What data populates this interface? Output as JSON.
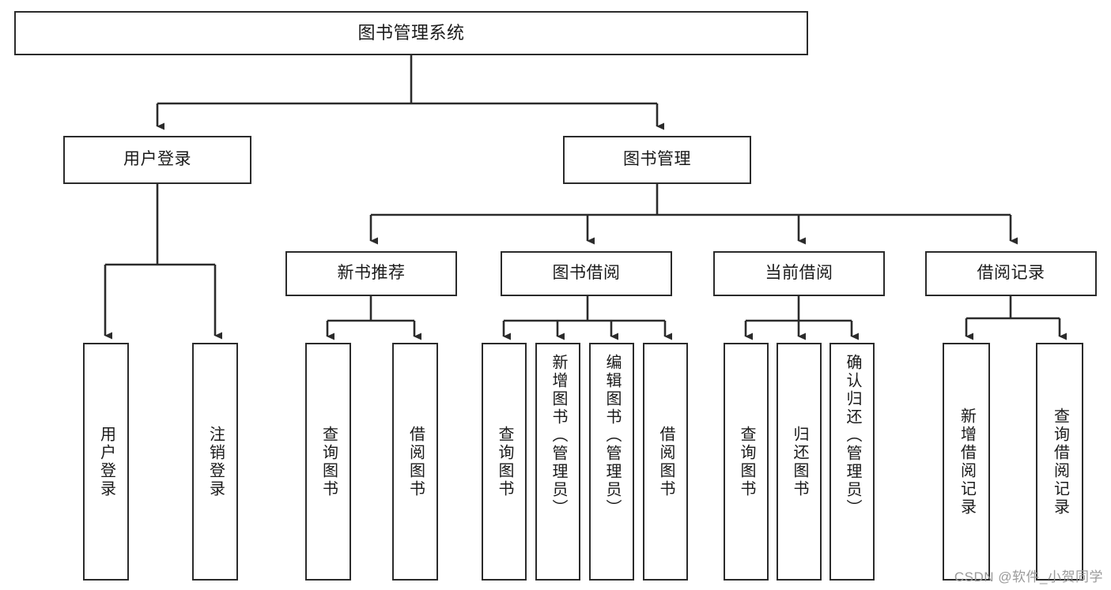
{
  "diagram": {
    "type": "tree-structure-chart",
    "title": "图书管理系统",
    "watermark": "CSDN @软件_小贺同学",
    "colors": {
      "stroke": "#2b2b2b",
      "background": "#ffffff",
      "text": "#1a1a1a",
      "watermark": "#9a9a9a"
    },
    "nodes": {
      "root": {
        "label": "图书管理系统"
      },
      "level2": [
        {
          "label": "用户登录"
        },
        {
          "label": "图书管理"
        }
      ],
      "level3": [
        {
          "label": "新书推荐"
        },
        {
          "label": "图书借阅"
        },
        {
          "label": "当前借阅"
        },
        {
          "label": "借阅记录"
        }
      ],
      "leaves_user_login": [
        {
          "label": "用户登录"
        },
        {
          "label": "注销登录"
        }
      ],
      "leaves_new_book": [
        {
          "label": "查询图书"
        },
        {
          "label": "借阅图书"
        }
      ],
      "leaves_borrow": [
        {
          "label": "查询图书"
        },
        {
          "label": "新增图书（管理员）"
        },
        {
          "label": "编辑图书（管理员）"
        },
        {
          "label": "借阅图书"
        }
      ],
      "leaves_current": [
        {
          "label": "查询图书"
        },
        {
          "label": "归还图书"
        },
        {
          "label": "确认归还（管理员）"
        }
      ],
      "leaves_record": [
        {
          "label": "新增借阅记录"
        },
        {
          "label": "查询借阅记录"
        }
      ]
    }
  }
}
